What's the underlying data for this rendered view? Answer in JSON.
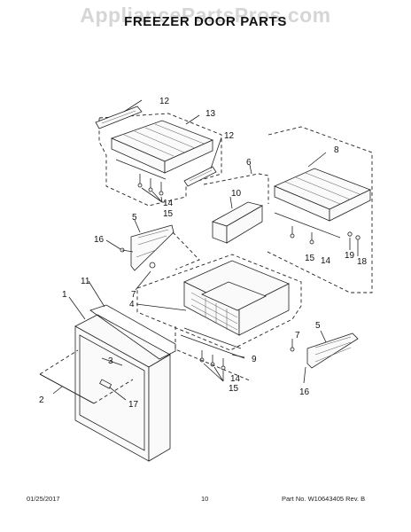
{
  "watermark": "AppliancePartsPros.com",
  "title": "FREEZER DOOR PARTS",
  "callouts": {
    "c1": "1",
    "c2": "2",
    "c3": "3",
    "c4": "4",
    "c5a": "5",
    "c5b": "5",
    "c6": "6",
    "c7a": "7",
    "c7b": "7",
    "c8": "8",
    "c9": "9",
    "c10": "10",
    "c11": "11",
    "c12a": "12",
    "c12b": "12",
    "c13": "13",
    "c14a": "14",
    "c14b": "14",
    "c14c": "14",
    "c15a": "15",
    "c15b": "15",
    "c15c": "15",
    "c16a": "16",
    "c16b": "16",
    "c17": "17",
    "c18": "18",
    "c19": "19"
  },
  "footer": {
    "date": "01/25/2017",
    "page": "10",
    "part_info": "Part No. W10643405  Rev. B"
  }
}
